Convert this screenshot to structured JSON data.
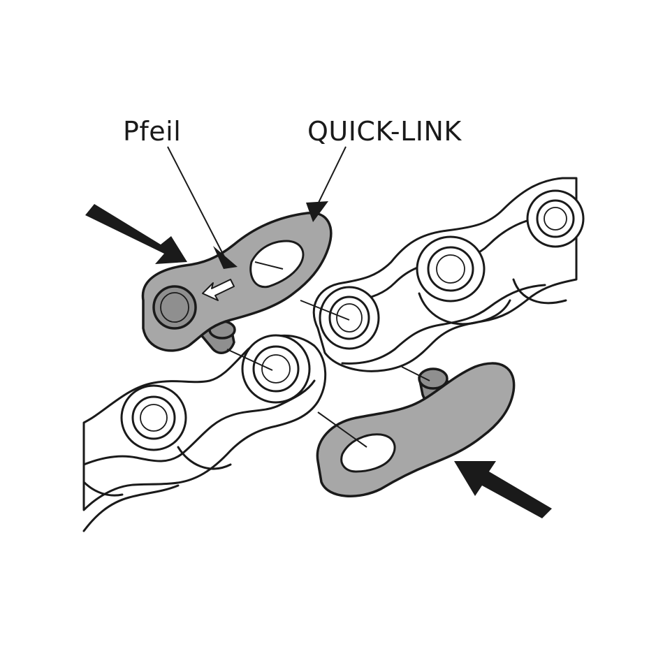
{
  "labels": {
    "arrow_label": "Pfeil",
    "quicklink_label": "QUICK-LINK"
  },
  "colors": {
    "plate_fill": "#a7a7a7",
    "outline": "#1a1a1a",
    "background": "#ffffff"
  },
  "icons": {
    "press_arrow_left": "press-direction-arrow",
    "press_arrow_right": "press-direction-arrow",
    "direction_marker": "direction-arrow-icon"
  }
}
